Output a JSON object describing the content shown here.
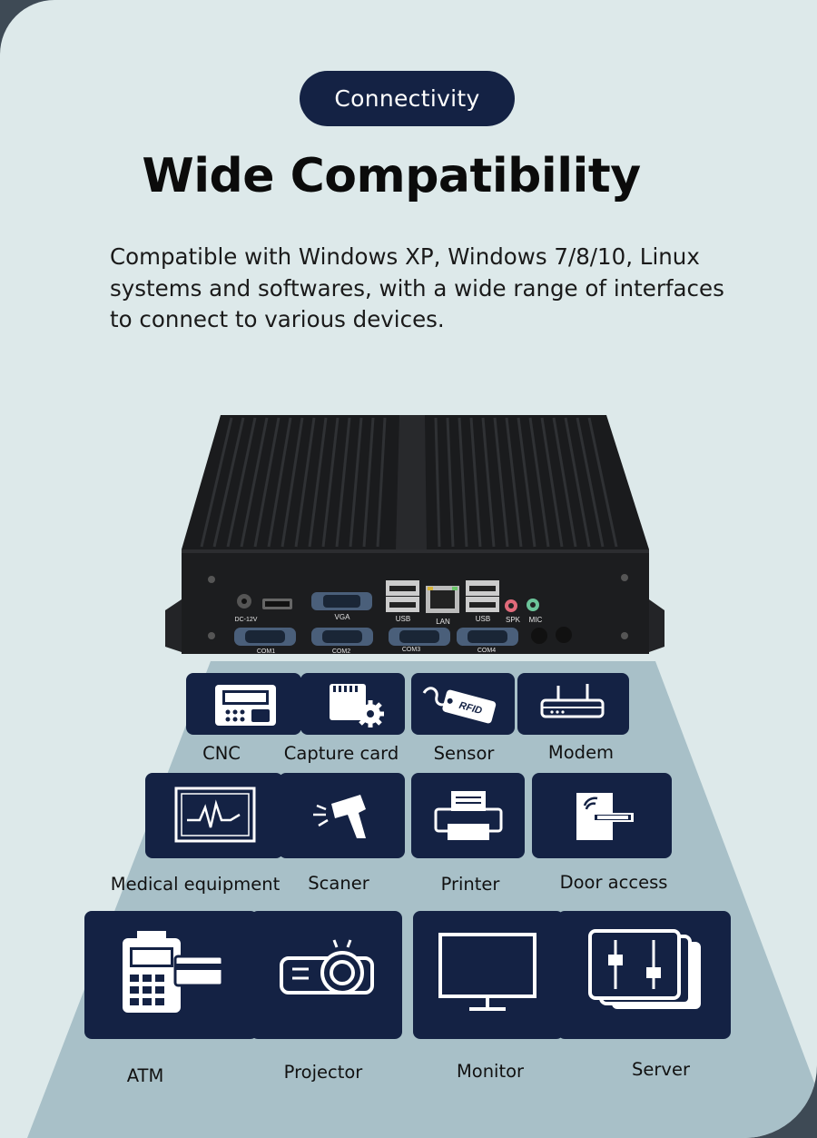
{
  "badge": "Connectivity",
  "title": "Wide Compatibility",
  "description": "Compatible with Windows XP, Windows 7/8/10, Linux systems and softwares, with a wide range of interfaces to connect to various devices.",
  "ports": {
    "dc": "DC-12V",
    "vga": "VGA",
    "usb1": "USB",
    "lan": "LAN",
    "usb2": "USB",
    "spk": "SPK",
    "mic": "MIC",
    "com1": "COM1",
    "com2": "COM2",
    "com3": "COM3",
    "com4": "COM4"
  },
  "rfid_tag": "RFID",
  "devices": [
    {
      "label": "CNC",
      "icon": "cnc-icon"
    },
    {
      "label": "Capture card",
      "icon": "capture-card-icon"
    },
    {
      "label": "Sensor",
      "icon": "rfid-sensor-icon"
    },
    {
      "label": "Modem",
      "icon": "modem-icon"
    },
    {
      "label": "Medical equipment",
      "icon": "medical-monitor-icon"
    },
    {
      "label": "Scaner",
      "icon": "scanner-icon"
    },
    {
      "label": "Printer",
      "icon": "printer-icon"
    },
    {
      "label": "Door access",
      "icon": "door-access-icon"
    },
    {
      "label": "ATM",
      "icon": "atm-icon"
    },
    {
      "label": "Projector",
      "icon": "projector-icon"
    },
    {
      "label": "Monitor",
      "icon": "monitor-icon"
    },
    {
      "label": "Server",
      "icon": "server-icon"
    }
  ],
  "colors": {
    "background": "#dde9ea",
    "floor": "#a8c0c8",
    "tile": "#142244",
    "badge": "#142244",
    "device": "#1c1d1f"
  }
}
